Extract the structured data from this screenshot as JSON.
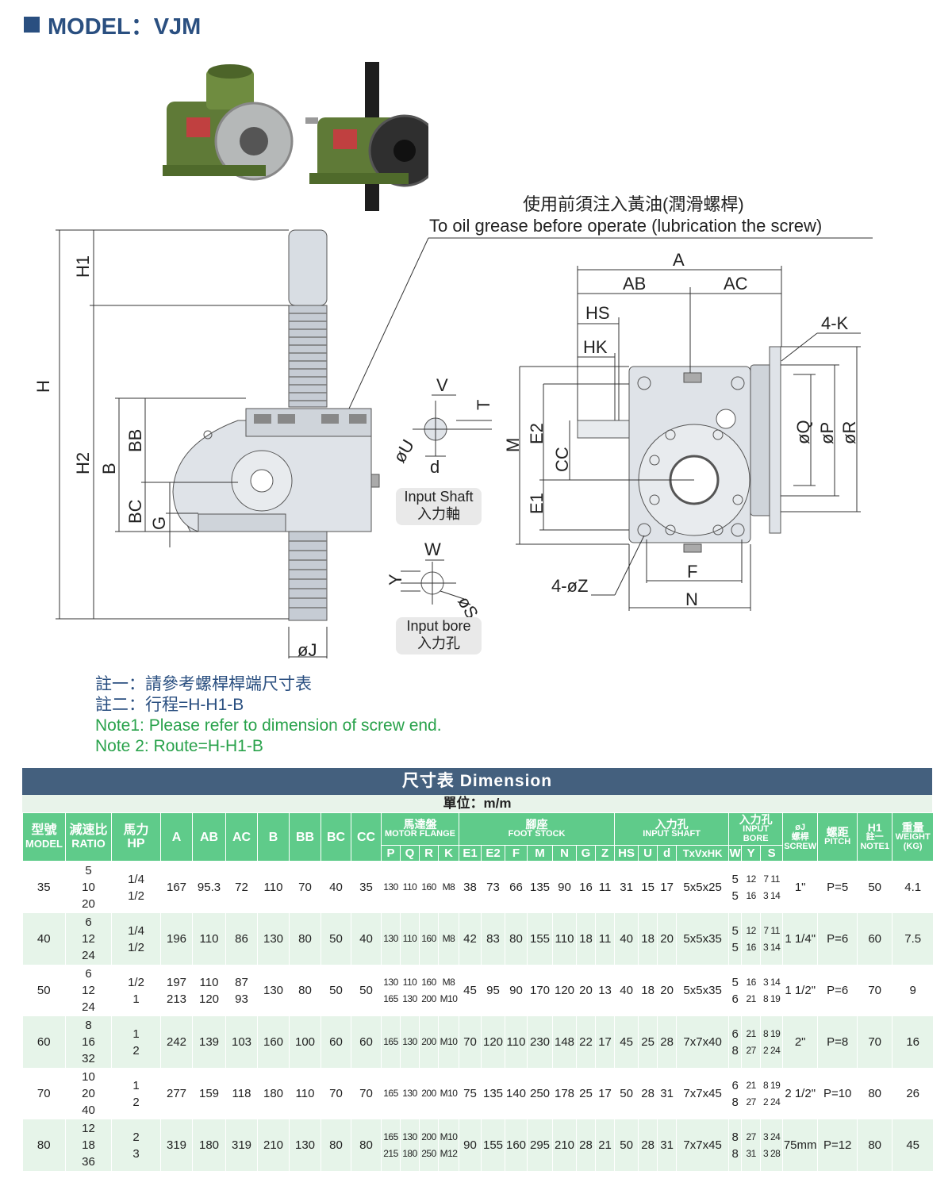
{
  "header": {
    "model_title": "MODEL：VJM"
  },
  "drawing": {
    "grease_note_zh": "使用前須注入黃油(潤滑螺桿)",
    "grease_note_en": "To oil grease before operate (lubrication the screw)",
    "labels": {
      "H": "H",
      "H1": "H1",
      "H2": "H2",
      "B": "B",
      "BB": "BB",
      "BC": "BC",
      "G": "G",
      "J": "øJ",
      "A": "A",
      "AB": "AB",
      "AC": "AC",
      "HS": "HS",
      "HK": "HK",
      "K": "4-K",
      "M": "M",
      "E2": "E2",
      "CC": "CC",
      "E1": "E1",
      "Q": "øQ",
      "P": "øP",
      "R": "øR",
      "F": "F",
      "N": "N",
      "Z": "4-øZ",
      "V": "V",
      "T": "T",
      "U": "øU",
      "d": "d",
      "W": "W",
      "Y": "Y",
      "S": "øS"
    },
    "input_shaft_caption": [
      "Input Shaft",
      "入力軸"
    ],
    "input_bore_caption": [
      "Input bore",
      "入力孔"
    ]
  },
  "notes": [
    "註一：請參考螺桿桿端尺寸表",
    "註二：行程=H-H1-B",
    "Note1: Please refer to dimension of screw end.",
    "Note 2: Route=H-H1-B"
  ],
  "table": {
    "title": "尺寸表 Dimension",
    "unit": "單位：m/m",
    "group_headers": {
      "model": [
        "型號",
        "MODEL"
      ],
      "ratio": [
        "減速比",
        "RATIO"
      ],
      "hp": [
        "馬力",
        "HP"
      ],
      "motor_flange": [
        "馬達盤",
        "MOTOR FLANGE"
      ],
      "foot_stock": [
        "腳座",
        "FOOT STOCK"
      ],
      "input_shaft": [
        "入力孔",
        "INPUT SHAFT"
      ],
      "input_bore": [
        "入力孔",
        "INPUT BORE"
      ],
      "screw": [
        "øJ",
        "螺桿",
        "SCREW"
      ],
      "pitch": [
        "螺距",
        "PITCH"
      ],
      "h1": [
        "H1",
        "註一",
        "NOTE1"
      ],
      "weight": [
        "重量",
        "WEIGHT",
        "(KG)"
      ]
    },
    "single_headers": [
      "A",
      "AB",
      "AC",
      "B",
      "BB",
      "BC",
      "CC"
    ],
    "sub_headers": {
      "motor_flange": [
        "P",
        "Q",
        "R",
        "K"
      ],
      "foot_stock": [
        "E1",
        "E2",
        "F",
        "M",
        "N",
        "G",
        "Z"
      ],
      "input_shaft": [
        "HS",
        "U",
        "d",
        "TxVxHK"
      ],
      "input_bore": [
        "W",
        "Y",
        "S"
      ]
    },
    "rows": [
      {
        "model": "35",
        "ratio": [
          "5",
          "10",
          "20"
        ],
        "hp": [
          "1/4",
          "1/2"
        ],
        "A": [
          "167"
        ],
        "AB": [
          "95.3"
        ],
        "AC": [
          "72"
        ],
        "B": "110",
        "BB": "70",
        "BC": "40",
        "CC": "35",
        "P": [
          "130"
        ],
        "Q": [
          "110"
        ],
        "R": [
          "160"
        ],
        "K": [
          "M8"
        ],
        "E1": "38",
        "E2": "73",
        "F": "66",
        "M": "135",
        "N": "90",
        "G": "16",
        "Z": "11",
        "HS": "31",
        "U": "15",
        "d": "17",
        "TVHK": "5x5x25",
        "W": [
          "5",
          "5"
        ],
        "Y": [
          "12",
          "16"
        ],
        "S": [
          "7 11",
          "3 14"
        ],
        "screw": "1\"",
        "pitch": "P=5",
        "h1": "50",
        "weight": "4.1"
      },
      {
        "model": "40",
        "ratio": [
          "6",
          "12",
          "24"
        ],
        "hp": [
          "1/4",
          "1/2"
        ],
        "A": [
          "196"
        ],
        "AB": [
          "110"
        ],
        "AC": [
          "86"
        ],
        "B": "130",
        "BB": "80",
        "BC": "50",
        "CC": "40",
        "P": [
          "130"
        ],
        "Q": [
          "110"
        ],
        "R": [
          "160"
        ],
        "K": [
          "M8"
        ],
        "E1": "42",
        "E2": "83",
        "F": "80",
        "M": "155",
        "N": "110",
        "G": "18",
        "Z": "11",
        "HS": "40",
        "U": "18",
        "d": "20",
        "TVHK": "5x5x35",
        "W": [
          "5",
          "5"
        ],
        "Y": [
          "12",
          "16"
        ],
        "S": [
          "7 11",
          "3 14"
        ],
        "screw": "1 1/4\"",
        "pitch": "P=6",
        "h1": "60",
        "weight": "7.5"
      },
      {
        "model": "50",
        "ratio": [
          "6",
          "12",
          "24"
        ],
        "hp": [
          "1/2",
          "1"
        ],
        "A": [
          "197",
          "213"
        ],
        "AB": [
          "110",
          "120"
        ],
        "AC": [
          "87",
          "93"
        ],
        "B": "130",
        "BB": "80",
        "BC": "50",
        "CC": "50",
        "P": [
          "130",
          "165"
        ],
        "Q": [
          "110",
          "130"
        ],
        "R": [
          "160",
          "200"
        ],
        "K": [
          "M8",
          "M10"
        ],
        "E1": "45",
        "E2": "95",
        "F": "90",
        "M": "170",
        "N": "120",
        "G": "20",
        "Z": "13",
        "HS": "40",
        "U": "18",
        "d": "20",
        "TVHK": "5x5x35",
        "W": [
          "5",
          "6"
        ],
        "Y": [
          "16",
          "21"
        ],
        "S": [
          "3 14",
          "8 19"
        ],
        "screw": "1 1/2\"",
        "pitch": "P=6",
        "h1": "70",
        "weight": "9"
      },
      {
        "model": "60",
        "ratio": [
          "8",
          "16",
          "32"
        ],
        "hp": [
          "1",
          "2"
        ],
        "A": [
          "242"
        ],
        "AB": [
          "139"
        ],
        "AC": [
          "103"
        ],
        "B": "160",
        "BB": "100",
        "BC": "60",
        "CC": "60",
        "P": [
          "165"
        ],
        "Q": [
          "130"
        ],
        "R": [
          "200"
        ],
        "K": [
          "M10"
        ],
        "E1": "70",
        "E2": "120",
        "F": "110",
        "M": "230",
        "N": "148",
        "G": "22",
        "Z": "17",
        "HS": "45",
        "U": "25",
        "d": "28",
        "TVHK": "7x7x40",
        "W": [
          "6",
          "8"
        ],
        "Y": [
          "21",
          "27"
        ],
        "S": [
          "8 19",
          "2 24"
        ],
        "screw": "2\"",
        "pitch": "P=8",
        "h1": "70",
        "weight": "16"
      },
      {
        "model": "70",
        "ratio": [
          "10",
          "20",
          "40"
        ],
        "hp": [
          "1",
          "2"
        ],
        "A": [
          "277"
        ],
        "AB": [
          "159"
        ],
        "AC": [
          "118"
        ],
        "B": "180",
        "BB": "110",
        "BC": "70",
        "CC": "70",
        "P": [
          "165"
        ],
        "Q": [
          "130"
        ],
        "R": [
          "200"
        ],
        "K": [
          "M10"
        ],
        "E1": "75",
        "E2": "135",
        "F": "140",
        "M": "250",
        "N": "178",
        "G": "25",
        "Z": "17",
        "HS": "50",
        "U": "28",
        "d": "31",
        "TVHK": "7x7x45",
        "W": [
          "6",
          "8"
        ],
        "Y": [
          "21",
          "27"
        ],
        "S": [
          "8 19",
          "2 24"
        ],
        "screw": "2 1/2\"",
        "pitch": "P=10",
        "h1": "80",
        "weight": "26"
      },
      {
        "model": "80",
        "ratio": [
          "12",
          "18",
          "36"
        ],
        "hp": [
          "2",
          "3"
        ],
        "A": [
          "319"
        ],
        "AB": [
          "180"
        ],
        "AC": [
          "319"
        ],
        "B": "210",
        "BB": "130",
        "BC": "80",
        "CC": "80",
        "P": [
          "165",
          "215"
        ],
        "Q": [
          "130",
          "180"
        ],
        "R": [
          "200",
          "250"
        ],
        "K": [
          "M10",
          "M12"
        ],
        "E1": "90",
        "E2": "155",
        "F": "160",
        "M": "295",
        "N": "210",
        "G": "28",
        "Z": "21",
        "HS": "50",
        "U": "28",
        "d": "31",
        "TVHK": "7x7x45",
        "W": [
          "8",
          "8"
        ],
        "Y": [
          "27",
          "31"
        ],
        "S": [
          "3 24",
          "3 28"
        ],
        "screw": "75mm",
        "pitch": "P=12",
        "h1": "80",
        "weight": "45"
      }
    ]
  },
  "colors": {
    "brand_blue": "#2a4f80",
    "note_green": "#29a24b",
    "header_green": "#5fcb8a",
    "row_tint": "#e6f4e9",
    "title_bar": "#44607e"
  }
}
